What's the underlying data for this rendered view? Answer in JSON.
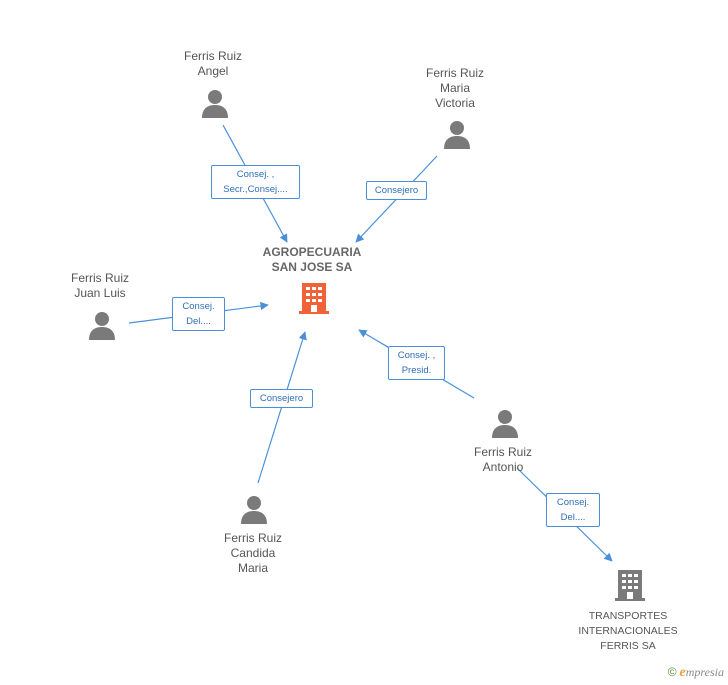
{
  "colors": {
    "edge": "#4a90d9",
    "person": "#7a7a7a",
    "main_company": "#f0623a",
    "company": "#7a7a7a"
  },
  "nodes": {
    "main_company": {
      "label": "AGROPECUARIA\nSAN JOSE SA",
      "icon": "building-icon"
    },
    "company2": {
      "label": "TRANSPORTES\nINTERNACIONALES\nFERRIS SA",
      "icon": "building-icon"
    },
    "p_angel": {
      "label": "Ferris Ruiz\nAngel",
      "icon": "person-icon"
    },
    "p_maria_victoria": {
      "label": "Ferris Ruiz\nMaria\nVictoria",
      "icon": "person-icon"
    },
    "p_juan_luis": {
      "label": "Ferris Ruiz\nJuan Luis",
      "icon": "person-icon"
    },
    "p_candida": {
      "label": "Ferris Ruiz\nCandida\nMaria",
      "icon": "person-icon"
    },
    "p_antonio": {
      "label": "Ferris Ruiz\nAntonio",
      "icon": "person-icon"
    }
  },
  "edges": {
    "angel": "Consej. ,\nSecr.,Consej....",
    "maria_victoria": "Consejero",
    "juan_luis": "Consej.\nDel....",
    "candida": "Consejero",
    "antonio_main": "Consej. ,\nPresid.",
    "antonio_company2": "Consej.\nDel...."
  },
  "watermark": {
    "copyright": "©",
    "brand_initial": "e",
    "brand_rest": "mpresia"
  }
}
